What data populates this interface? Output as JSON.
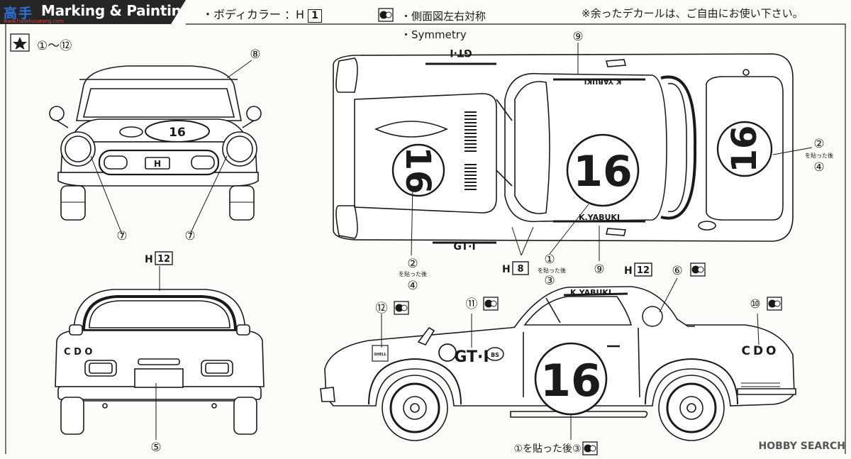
{
  "header": {
    "title": "Marking & Painting",
    "logo_text": "高手网",
    "logo_url": "www.haoshouwang.com",
    "body_color_label": "・ボディカラー ：H",
    "body_color_code": "1",
    "side_note_jp": "・側面図左右対称",
    "side_note_en": "・Symmetry",
    "leftover_note": "※余ったデカールは、ご自由にお使い下さい。",
    "decal_range": "①〜⑫"
  },
  "callouts": {
    "c1": "①",
    "c2": "②",
    "c3": "③",
    "c4": "④",
    "c5": "⑤",
    "c6": "⑥",
    "c7": "⑦",
    "c8": "⑧",
    "c9": "⑨",
    "c10": "⑩",
    "c11": "⑪",
    "c12": "⑫"
  },
  "notes": {
    "after_apply": "を貼った後",
    "after_apply_bottom": "①を貼った後③",
    "h_label": "H",
    "h8": "8",
    "h12": "12"
  },
  "decals": {
    "race_number": "16",
    "driver_name": "K.YABUKI",
    "sponsor_gt": "GT·I",
    "sponsor_cdo": "CDO",
    "sponsor_bs": "BS",
    "sponsor_shell": "SHELL"
  },
  "watermark": "HOBBY SEARCH"
}
